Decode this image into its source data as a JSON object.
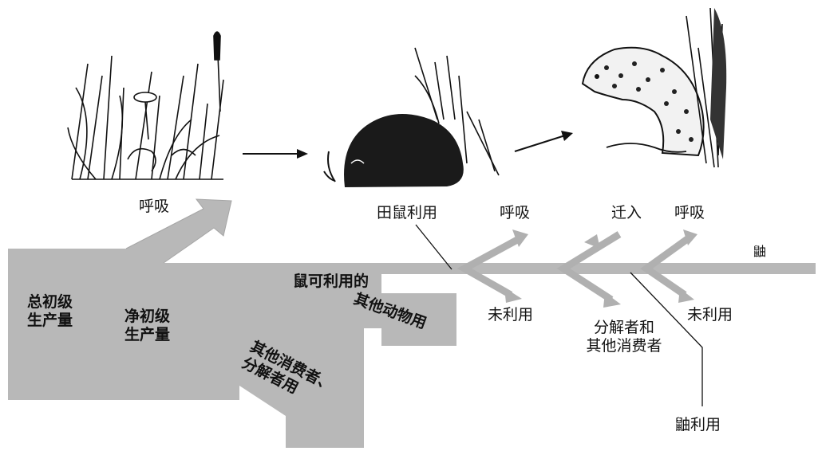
{
  "colors": {
    "flow_band": "#b8b8b8",
    "flow_arrow": "#b0b0b0",
    "ink": "#111111",
    "background": "#ffffff"
  },
  "illustrations": [
    {
      "name": "grass-plants-illustration",
      "icon": "grass-icon"
    },
    {
      "name": "field-mouse-illustration",
      "icon": "mouse-icon"
    },
    {
      "name": "weasel-illustration",
      "icon": "weasel-icon"
    }
  ],
  "labels": {
    "plant_respiration": "呼吸",
    "gross_primary_production": "总初级\n生产量",
    "net_primary_production": "净初级\n生产量",
    "mouse_available": "鼠可利用的",
    "other_animals_use": "其他动物用",
    "other_consumers_decomposers": "其他消费者、\n分解者用",
    "mouse_use": "田鼠利用",
    "mouse_respiration": "呼吸",
    "mouse_unused": "未利用",
    "immigration": "迁入",
    "decomposers_other_consumers": "分解者和\n其他消费者",
    "weasel_respiration": "呼吸",
    "weasel_unused": "未利用",
    "weasel": "鼬",
    "weasel_use": "鼬利用"
  }
}
